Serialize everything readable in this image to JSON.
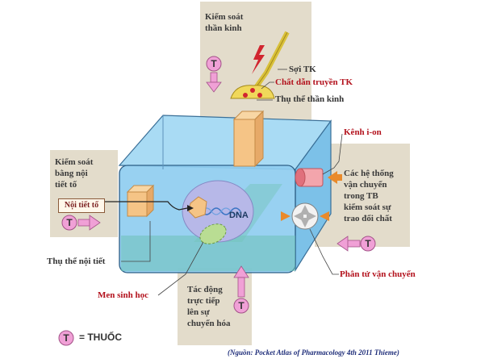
{
  "neural_control": {
    "title": "Kiểm soát\nthần kinh"
  },
  "nerve_fiber_label": "Sợi TK",
  "neurotransmitter_label": "Chất dẫn truyền TK",
  "neural_receptor_label": "Thụ thể thần kinh",
  "ion_channel_label": "Kênh i-on",
  "transport_systems_label": "Các hệ thống\nvận chuyển\ntrong TB\nkiểm soát sự\ntrao đổi chất",
  "transporter_label": "Phân tử vận chuyển",
  "endocrine_control": {
    "title": "Kiểm soát\nbằng nội\ntiết tố",
    "hormone_box": "Nội tiết tố"
  },
  "endocrine_receptor_label": "Thụ thể nội tiết",
  "enzyme_label": "Men sinh học",
  "dna_label": "DNA",
  "direct_action_label": "Tác động\ntrực tiếp\nlên sự\nchuyển hóa",
  "drug_symbol": "T",
  "legend": {
    "symbol": "T",
    "text": "= THUỐC"
  },
  "source": "(Nguồn: Pocket Atlas of Pharmacology 4th 2011 Thieme)",
  "colors": {
    "cell_blue": "#8fcdf0",
    "panel_beige": "#e3dccb",
    "drug_pink": "#f0a0d6",
    "receptor_orange": "#f5c486",
    "label_red": "#b3121d"
  }
}
